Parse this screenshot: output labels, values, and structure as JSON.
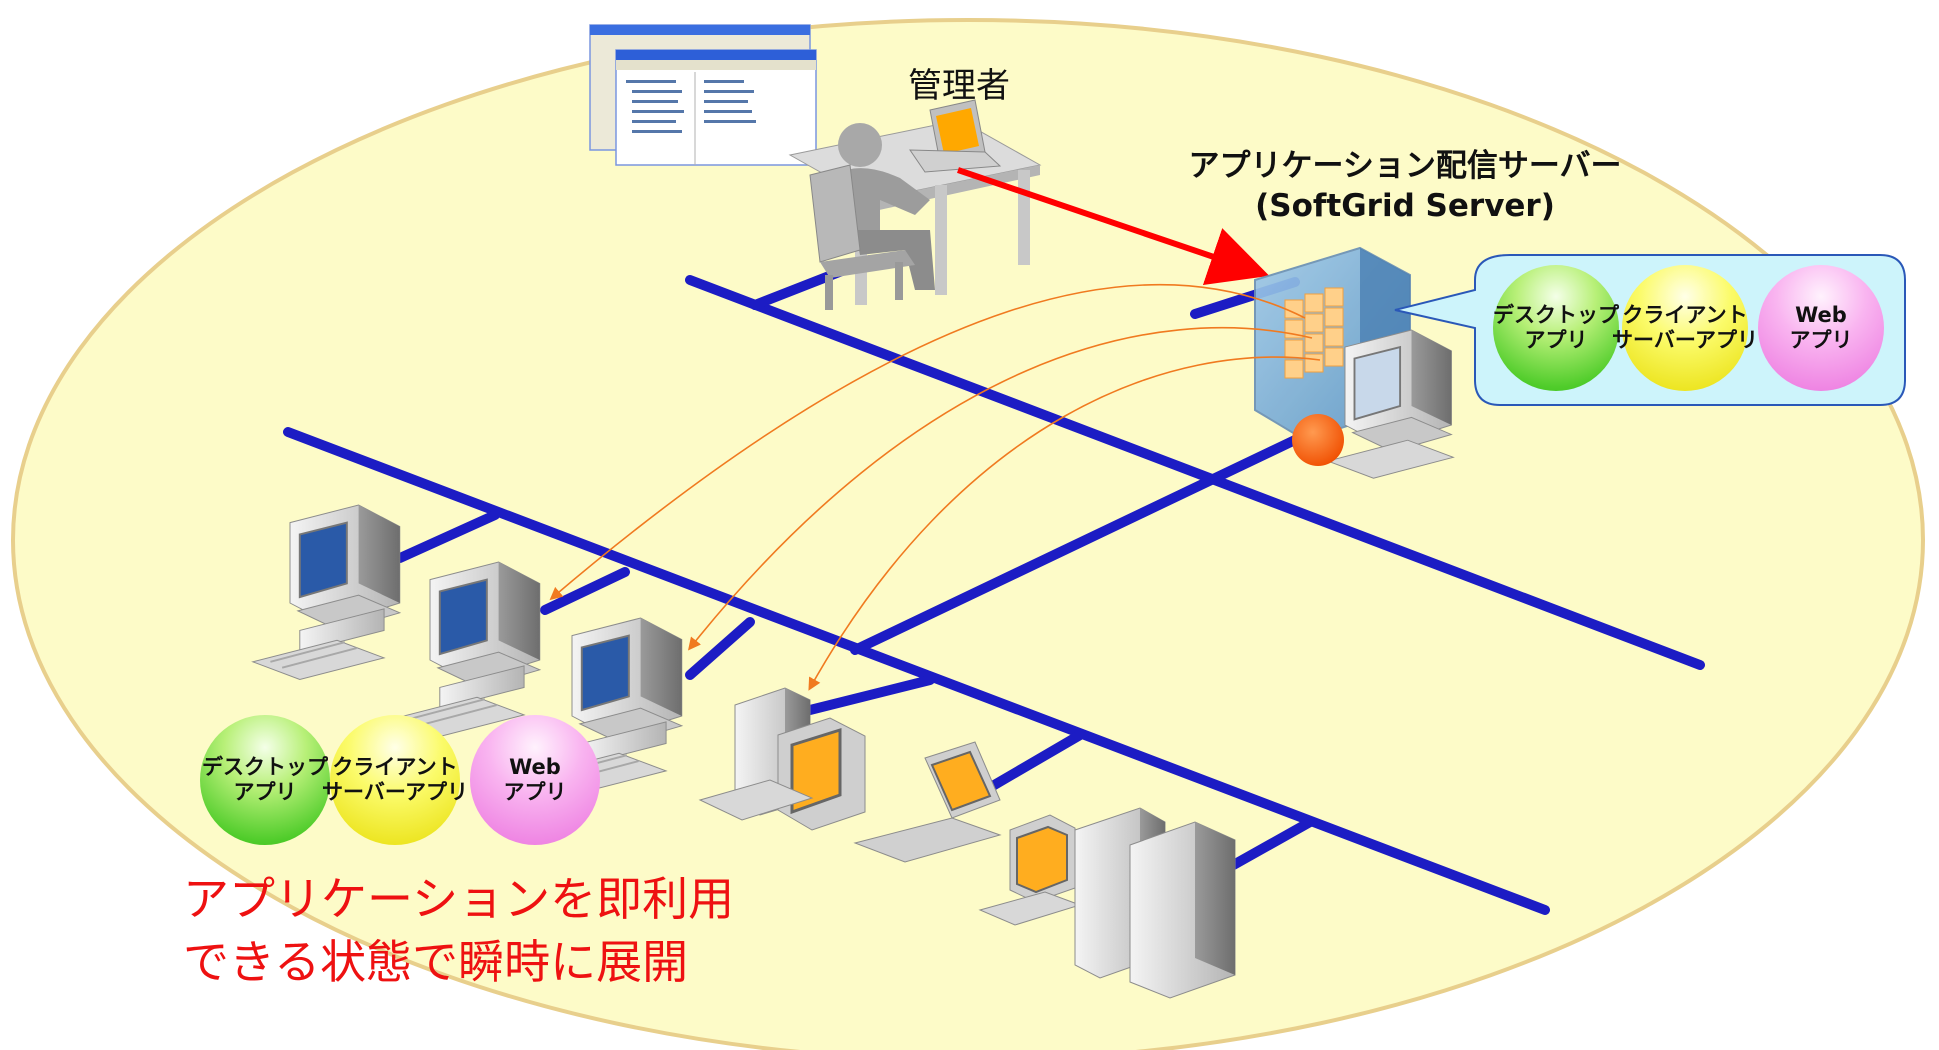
{
  "admin": {
    "label": "管理者"
  },
  "server": {
    "title": "アプリケーション配信サーバー",
    "paren_open": "(",
    "name": "SoftGrid Server",
    "paren_close": ")"
  },
  "server_apps": [
    {
      "line1": "デスクトップ",
      "line2": "アプリ"
    },
    {
      "line1": "クライアント",
      "line2": "サーバーアプリ"
    },
    {
      "line1": "Web",
      "line2": "アプリ"
    }
  ],
  "client_apps": [
    {
      "line1": "デスクトップ",
      "line2": "アプリ"
    },
    {
      "line1": "クライアント",
      "line2": "サーバーアプリ"
    },
    {
      "line1": "Web",
      "line2": "アプリ"
    }
  ],
  "headline": {
    "line1": "アプリケーションを即利用",
    "line2": "できる状態で瞬時に展開"
  },
  "colors": {
    "ellipse_fill": "#fdfbc8",
    "ellipse_stroke": "#e8cf8c",
    "network_line": "#1c1cc4",
    "admin_arrow": "#ff0000",
    "deploy_arrow": "#f07a20",
    "headline": "#ee1111",
    "callout_fill": "#cdf4fb"
  }
}
